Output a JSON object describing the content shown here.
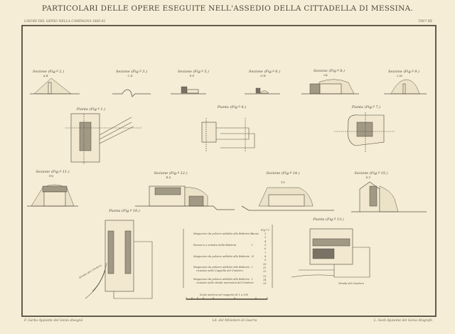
{
  "header": {
    "title": "PARTICOLARI DELLE OPERE ESEGUITE NELL'ASSEDIO DELLA CITTADELLA DI MESSINA.",
    "series": "LAVORI DEL GENIO NELLA CAMPAGNA 1860-61",
    "plate": "TAV.ª XX"
  },
  "figures": {
    "fig2": {
      "label": "Sezione (Fig.ª 2.)",
      "sub": "A.B"
    },
    "fig3": {
      "label": "Sezione (Fig.ª 3.)",
      "sub": "C.D"
    },
    "fig5": {
      "label": "Sezione (Fig.ª 5.)",
      "sub": "E.F"
    },
    "fig6": {
      "label": "Sezione (Fig.ª 6.)",
      "sub": "G.H"
    },
    "fig8": {
      "label": "Sezione (Fig.ª 8.)",
      "sub": "I.K"
    },
    "fig9": {
      "label": "Sezione (Fig.ª 9.)",
      "sub": "L.M"
    },
    "fig1": {
      "label": "Pianta (Fig.ª 1.)"
    },
    "fig4": {
      "label": "Pianta (Fig.ª 4.)"
    },
    "fig7": {
      "label": "Pianta (Fig.ª 7.)"
    },
    "fig11": {
      "label": "Sezione (Fig.ª 11.)",
      "sub": "P.Q"
    },
    "fig12": {
      "label": "Sezione (Fig.ª 12.)",
      "sub": "R.S"
    },
    "fig14": {
      "label": "Sezione (Fig.ª 14.)",
      "sub": "T.V"
    },
    "fig15": {
      "label": "Sezione (Fig.ª 15.)",
      "sub": "X.Y"
    },
    "fig10": {
      "label": "Pianta (Fig.ª 10.)"
    },
    "fig13": {
      "label": "Pianta (Fig.ª 13.)"
    }
  },
  "legend": {
    "rows": [
      {
        "text": "Magazzino da polvere addetto alla Batteria Nuova",
        "num": "I",
        "figs": [
          "Fig.ª 1",
          "2",
          "3"
        ]
      },
      {
        "text": "Ricovero a sinistra della Batteria",
        "num": "I",
        "figs": [
          "4",
          "5",
          "6"
        ]
      },
      {
        "text": "Magazzino da polvere addetto alla Batteria",
        "num": "II",
        "figs": [
          "7",
          "8",
          "9"
        ]
      },
      {
        "text": "Magazzino da polvere addetto alla Batteria",
        "text2": "ricavato nella Cappella del Cimitero",
        "num": "I",
        "figs": [
          "10",
          "11",
          "12"
        ]
      },
      {
        "text": "Magazzino da polvere addetto alla Batteria",
        "text2": "ricavato nella strada mortuaria del Cimitero",
        "num": "I",
        "figs": [
          "13",
          "14",
          "15"
        ]
      }
    ],
    "scale": "Scala metrica nel rapporto di 1 a 200"
  },
  "plan_notes": {
    "fig10_note": "Strada del Cimitero",
    "fig13_note": "Strada del Cimitero"
  },
  "footer": {
    "left": "F. Garbo Ajutante del Genio disegnò",
    "center": "Lit. del Ministero di Guerra",
    "right": "L. Sesti Ajutante del Genio litografò"
  }
}
